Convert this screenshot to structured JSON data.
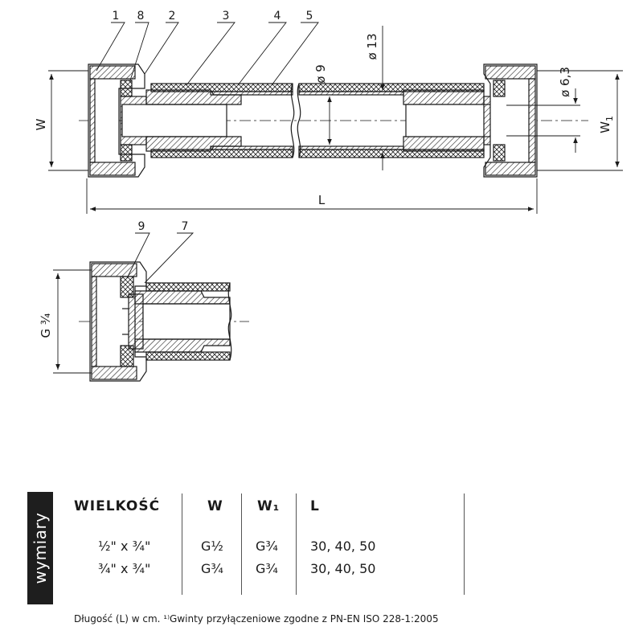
{
  "drawing": {
    "callouts_top": [
      "1",
      "8",
      "2",
      "3",
      "4",
      "5"
    ],
    "callouts_bottom": [
      "9",
      "7"
    ],
    "dim_W": "W",
    "dim_W1": "W",
    "dim_W1_sub": "1",
    "dim_L": "L",
    "dim_d9": "ø 9",
    "dim_d13": "ø 13",
    "dim_d63": "ø 6,3",
    "dim_G34": "G ¾"
  },
  "table": {
    "side_label": "wymiary",
    "headers": {
      "size": "WIELKOŚĆ",
      "w": "W",
      "w1": "W₁",
      "l": "L"
    },
    "rows": [
      {
        "size": "½\" x ¾\"",
        "w": "G½",
        "w1": "G¾",
        "l": "30, 40, 50"
      },
      {
        "size": "¾\" x ¾\"",
        "w": "G¾",
        "w1": "G¾",
        "l": "30, 40, 50"
      }
    ]
  },
  "footnote": "Długość (L) w cm. ¹⁾Gwinty przyłączeniowe zgodne z PN-EN ISO 228-1:2005"
}
